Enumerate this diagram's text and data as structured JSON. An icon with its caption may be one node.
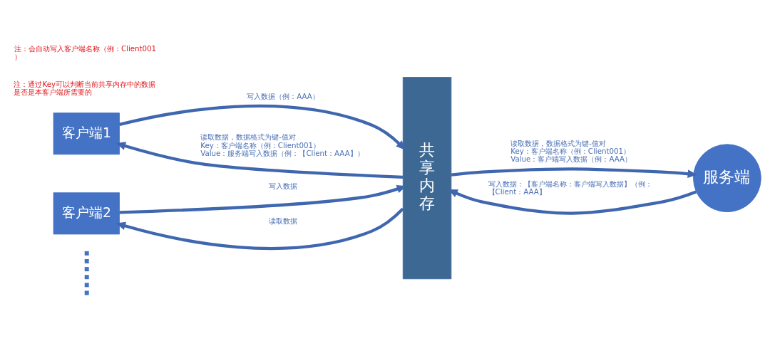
{
  "diagram": {
    "nodes": [
      {
        "text": [
          "客户端1"
        ]
      },
      {
        "text": [
          "客户端2"
        ]
      },
      {
        "text": [
          "共享内存"
        ]
      },
      {
        "text": [
          "服务端"
        ]
      },
      {
        "text": [],
        "shape": "dots"
      }
    ],
    "edges": [
      {
        "from": 0,
        "to": 2,
        "arrow": "to",
        "label": "写入数据（例：AAA）"
      },
      {
        "from": 2,
        "to": 0,
        "arrow": "to",
        "label": "读取数据，数据格式为键-值对 Key：客户端名称（例：Client001） Value：服务端写入数据（例：【Client：AAA】）"
      },
      {
        "from": 1,
        "to": 2,
        "arrow": "to",
        "label": "写入数据"
      },
      {
        "from": 2,
        "to": 1,
        "arrow": "to",
        "label": "读取数据"
      },
      {
        "from": 2,
        "to": 3,
        "arrow": "to",
        "label": "读取数据，数据格式为键-值对 Key：客户端名称（例：Client001） Value：客户端写入数据（例：AAA）"
      },
      {
        "from": 3,
        "to": 2,
        "arrow": "to",
        "label": "写入数据：【客户端名称：客户端写入数据】（例：【Client：AAA】"
      }
    ],
    "labels": [
      "注：会自动写入客户端名称（例：Client001）",
      "注：通过Key可以判断当前共享内存中的数据是否是本客户端所需要的"
    ]
  }
}
